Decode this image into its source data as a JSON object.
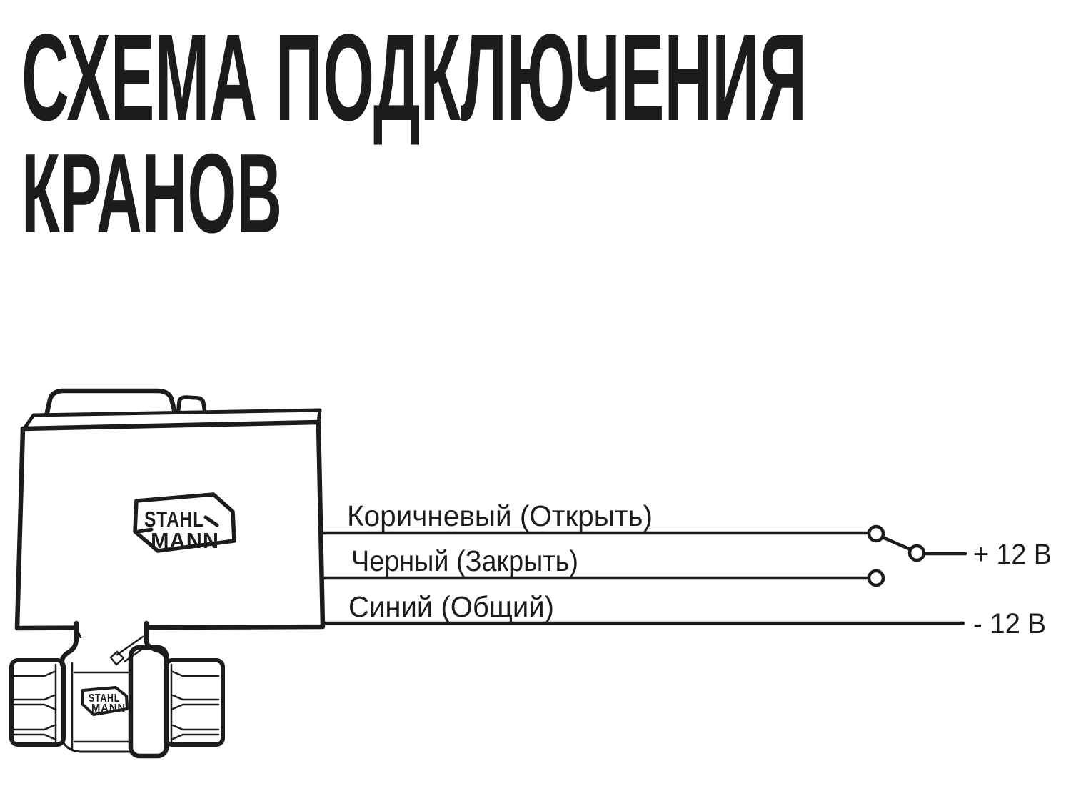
{
  "title": {
    "line1": "СХЕМА ПОДКЛЮЧЕНИЯ",
    "line2": "КРАНОВ"
  },
  "brand": {
    "line1": "STAHL",
    "line2": "MANN"
  },
  "wires": [
    {
      "label": "Коричневый (Открыть)"
    },
    {
      "label": "Черный (Закрыть)"
    },
    {
      "label": "Синий (Общий)"
    }
  ],
  "terminals": {
    "positive": "+ 12 В",
    "negative": "- 12 В"
  },
  "colors": {
    "accent_blue": "#5bacd5",
    "title_black": "#2b2b2b",
    "line_black": "#1c1c1c"
  }
}
